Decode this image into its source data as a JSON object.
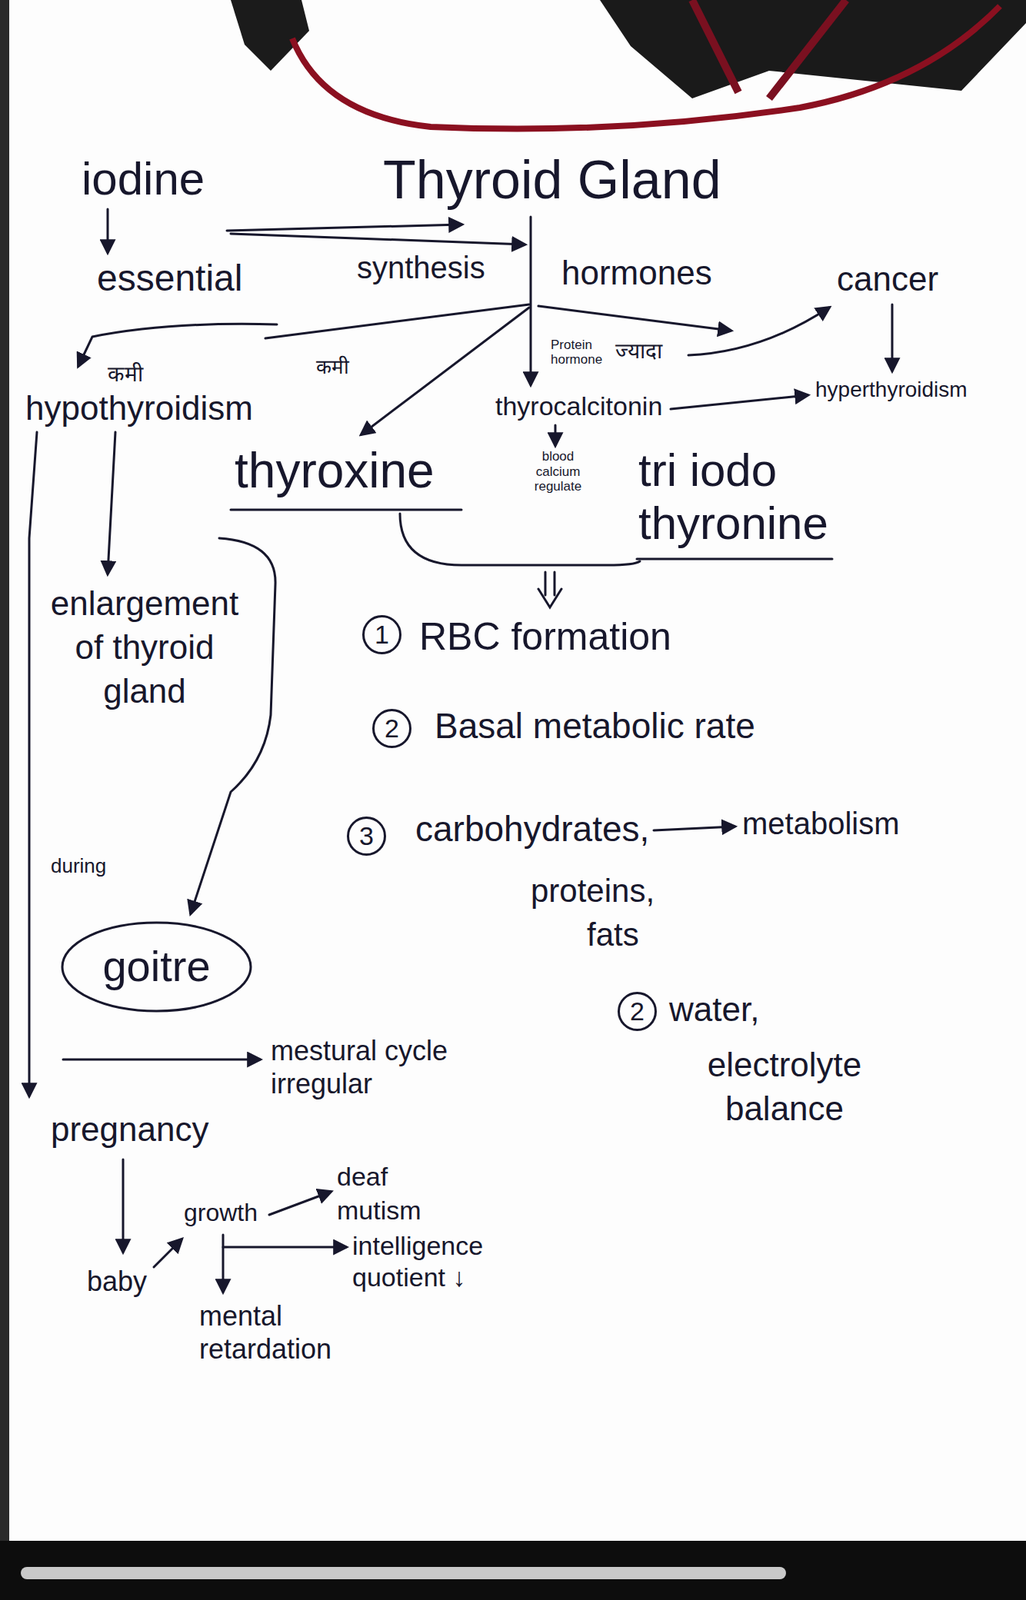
{
  "diagram": {
    "nodes": [
      {
        "text": [
          "goitre"
        ]
      }
    ],
    "labels": [
      "iodine",
      "Thyroid Gland",
      "essential",
      "synthesis",
      "hormones",
      "cancer",
      "ज्यादा",
      "कमी",
      "कमी",
      "Protein hormone",
      "thyrocalcitonin",
      "hyperthyroidism",
      "hypothyroidism",
      "thyroxine",
      "blood calcium regulate",
      "tri iodo thyronine",
      "1",
      "RBC formation",
      "2",
      "Basal metabolic rate",
      "3",
      "carbohydrates,",
      "metabolism",
      "proteins,",
      "fats",
      "2",
      "water,",
      "electrolyte balance",
      "enlargement of thyroid gland",
      "during",
      "mestural cycle irregular",
      "pregnancy",
      "baby",
      "growth",
      "deaf mutism",
      "intelligence quotient ↓",
      "mental retardation"
    ]
  }
}
